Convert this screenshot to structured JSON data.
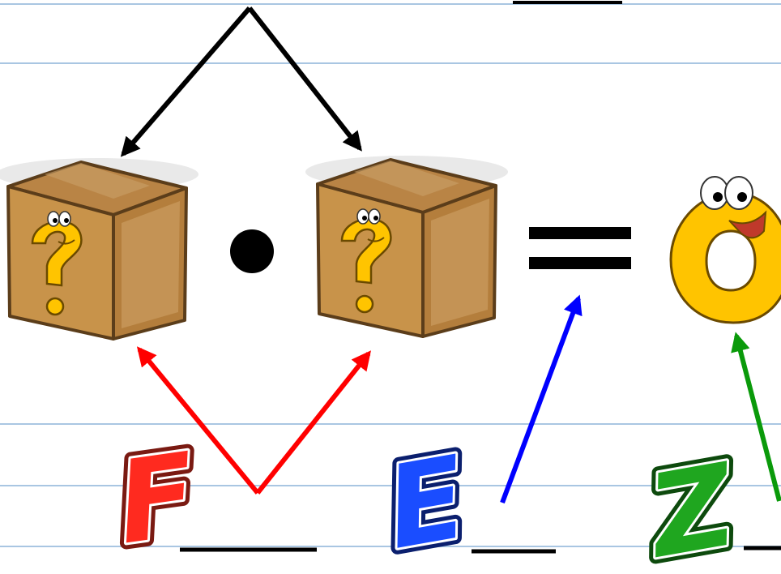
{
  "equation": {
    "operator_dot": "•",
    "equals_sign": "=",
    "result": "zero"
  },
  "letters": [
    {
      "id": "f",
      "text": "F",
      "color": "#ff2a1f"
    },
    {
      "id": "e",
      "text": "E",
      "color": "#1a4dff"
    },
    {
      "id": "z",
      "text": "Z",
      "color": "#1fa61f"
    }
  ],
  "colors": {
    "ruled_lines": "#a9c6e2",
    "arrow_top": "#000000",
    "arrow_factors": "#ff0000",
    "arrow_equals": "#0000ff",
    "arrow_zero": "#0a9a0a",
    "box": "#c8934a",
    "question_mark": "#ffc400",
    "zero": "#ffc400"
  },
  "icons": [
    "mystery-box-icon",
    "question-mark-character-icon",
    "cartoon-zero-icon"
  ]
}
